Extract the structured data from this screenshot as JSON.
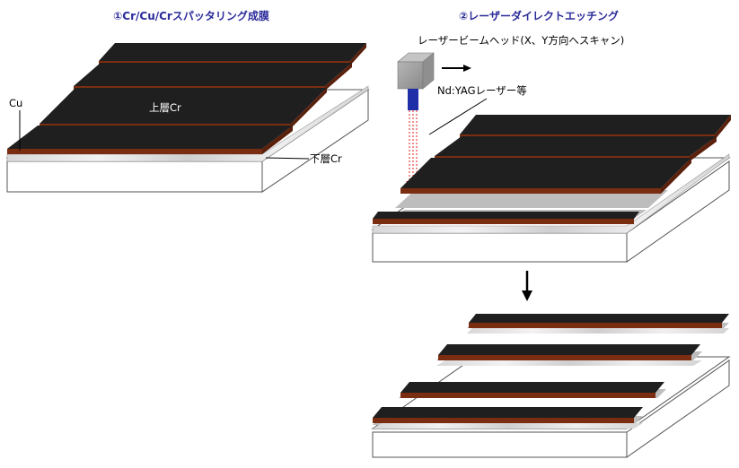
{
  "step1": {
    "title": "①Cr/Cu/Crスパッタリング成膜",
    "label_cu": "Cu",
    "label_upper_cr": "上層Cr",
    "label_lower_cr": "下層Cr"
  },
  "step2": {
    "title": "②レーザーダイレクトエッチング",
    "head_label": "レーザービームヘッド(X、Y方向へスキャン)",
    "laser_label": "Nd:YAGレーザー等"
  },
  "colors": {
    "title_blue": "#2b2b9a",
    "copper": "#7a2d10",
    "chrome_top": "#1f1f1f",
    "lower_cr": "#bdbdbd",
    "laser_beam": "#e02020",
    "head_blue": "#1f2fa8"
  }
}
